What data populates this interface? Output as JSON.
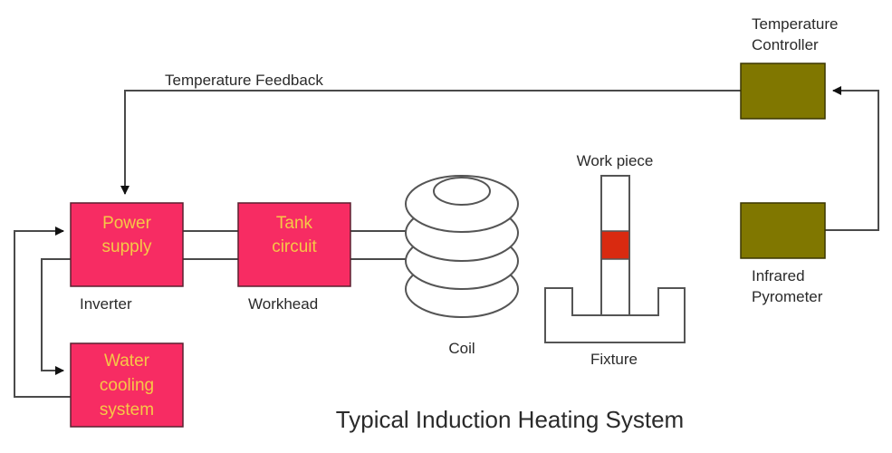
{
  "title": "Typical Induction Heating System",
  "colors": {
    "block_pink": "#f72c63",
    "block_olive": "#807700",
    "block_text": "#f6c847",
    "hot_zone": "#d92a10",
    "line": "#4a4a4a"
  },
  "blocks": {
    "power_supply": {
      "lines": [
        "Power",
        "supply"
      ],
      "caption": "Inverter"
    },
    "tank_circuit": {
      "lines": [
        "Tank",
        "circuit"
      ],
      "caption": "Workhead"
    },
    "water_cooling": {
      "lines": [
        "Water",
        "cooling",
        "system"
      ]
    },
    "temperature_controller": {
      "caption_lines": [
        "Temperature",
        "Controller"
      ]
    },
    "infrared_pyrometer": {
      "caption_lines": [
        "Infrared",
        "Pyrometer"
      ]
    }
  },
  "components": {
    "coil": {
      "caption": "Coil"
    },
    "work_piece": {
      "caption": "Work piece"
    },
    "fixture": {
      "caption": "Fixture"
    }
  },
  "connections": {
    "feedback_label": "Temperature Feedback"
  }
}
